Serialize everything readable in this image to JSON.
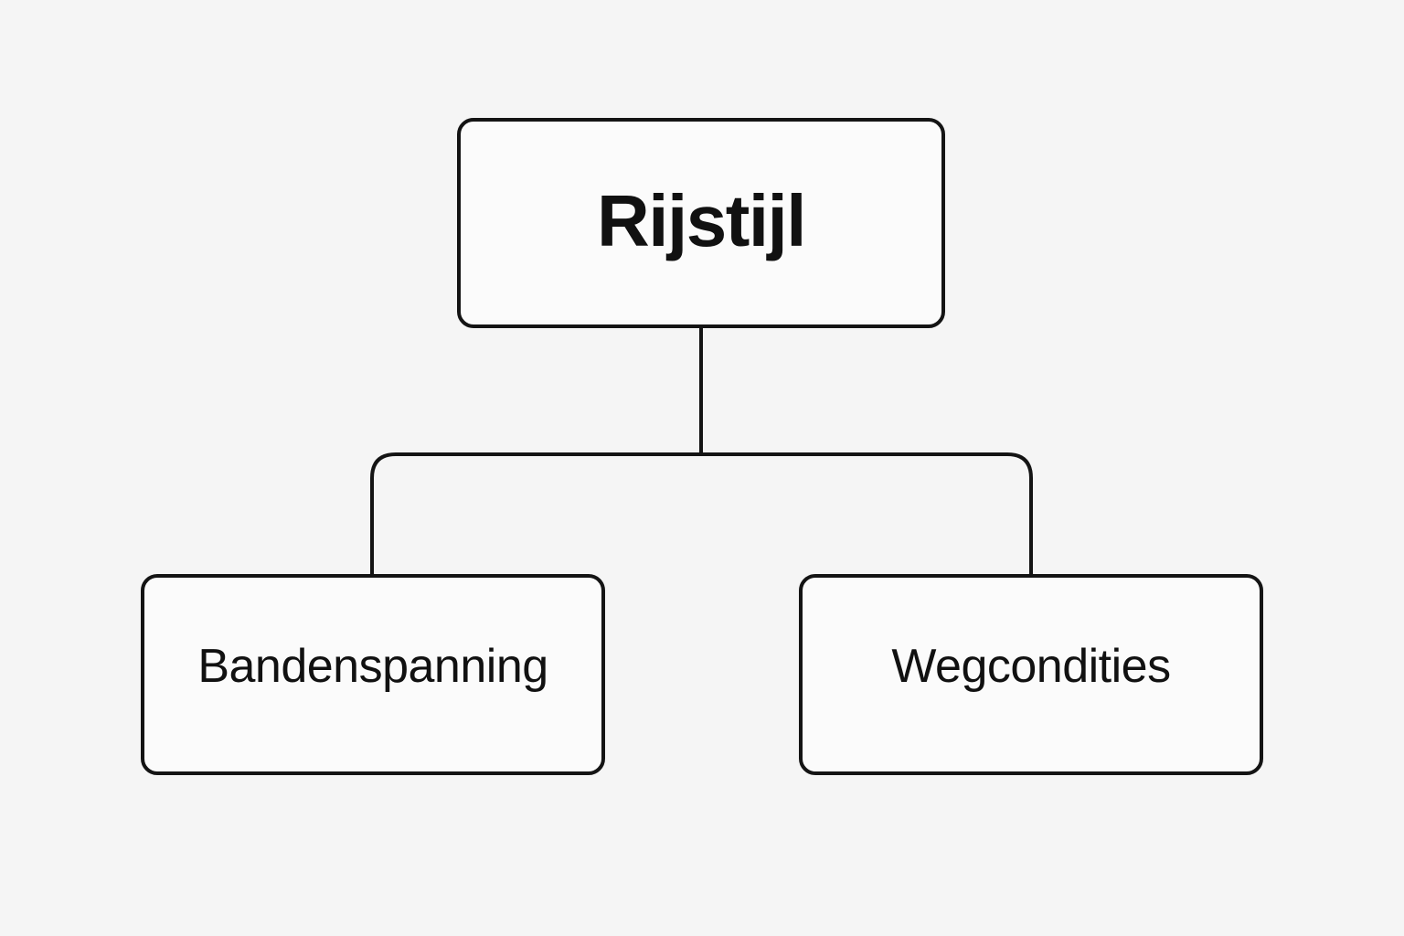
{
  "diagram": {
    "type": "tree",
    "orientation": "top-down",
    "background_color": "#f5f5f5",
    "node_fill_color": "#fbfbfb",
    "node_border_color": "#141414",
    "connector_color": "#141414",
    "root": {
      "label": "Rijstijl",
      "emphasis": "bold"
    },
    "children": [
      {
        "label": "Bandenspanning",
        "emphasis": "regular"
      },
      {
        "label": "Wegcondities",
        "emphasis": "regular"
      }
    ],
    "edges": [
      {
        "from": "Rijstijl",
        "to": "Bandenspanning"
      },
      {
        "from": "Rijstijl",
        "to": "Wegcondities"
      }
    ]
  }
}
